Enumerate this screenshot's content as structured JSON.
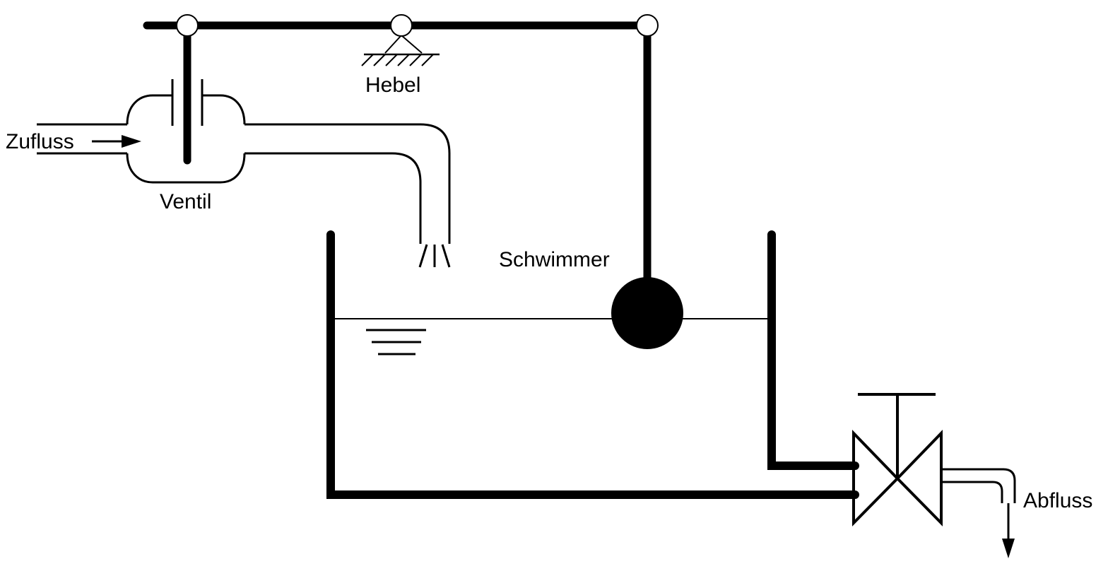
{
  "labels": {
    "lever": "Hebel",
    "inflow": "Zufluss",
    "valve": "Ventil",
    "float": "Schwimmer",
    "outflow": "Abfluss"
  },
  "colors": {
    "line": "#000000",
    "background": "#ffffff",
    "joint_fill": "#ffffff",
    "float_fill": "#000000"
  }
}
